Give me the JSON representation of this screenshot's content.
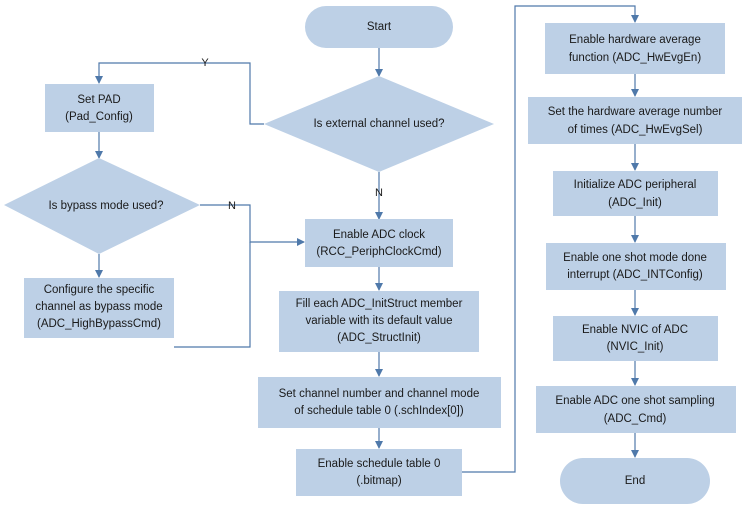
{
  "diagram": {
    "colors": {
      "node_fill": "#bdd0e6",
      "edge": "#4f79aa",
      "text": "#1a1a1a"
    },
    "nodes": {
      "start": {
        "lines": [
          "Start"
        ]
      },
      "ext_channel_decision": {
        "lines": [
          "Is external channel used?"
        ]
      },
      "set_pad": {
        "lines": [
          "Set PAD",
          "(Pad_Config)"
        ]
      },
      "bypass_decision": {
        "lines": [
          "Is bypass mode used?"
        ]
      },
      "configure_bypass": {
        "lines": [
          "Configure the specific",
          "channel as bypass mode",
          "(ADC_HighBypassCmd)"
        ]
      },
      "enable_adc_clock": {
        "lines": [
          "Enable ADC clock",
          "(RCC_PeriphClockCmd)"
        ]
      },
      "fill_initstruct": {
        "lines": [
          "Fill each ADC_InitStruct member",
          "variable with its default value",
          "(ADC_StructInit)"
        ]
      },
      "set_channel": {
        "lines": [
          "Set channel number and channel mode",
          "of schedule table 0 (.schIndex[0])"
        ]
      },
      "enable_schedule": {
        "lines": [
          "Enable schedule table 0",
          "(.bitmap)"
        ]
      },
      "enable_hw_avg": {
        "lines": [
          "Enable hardware average",
          "function (ADC_HwEvgEn)"
        ]
      },
      "set_hw_avg": {
        "lines": [
          "Set the hardware average number",
          "of times  (ADC_HwEvgSel)"
        ]
      },
      "init_adc": {
        "lines": [
          "Initialize ADC peripheral",
          "(ADC_Init)"
        ]
      },
      "enable_one_shot_int": {
        "lines": [
          "Enable one shot mode done",
          "interrupt (ADC_INTConfig)"
        ]
      },
      "enable_nvic": {
        "lines": [
          "Enable NVIC of ADC",
          "(NVIC_Init)"
        ]
      },
      "enable_sampling": {
        "lines": [
          "Enable ADC one shot sampling",
          "(ADC_Cmd)"
        ]
      },
      "end": {
        "lines": [
          "End"
        ]
      }
    },
    "edge_labels": {
      "ext_yes": "Y",
      "ext_no": "N",
      "bypass_no": "N"
    }
  }
}
